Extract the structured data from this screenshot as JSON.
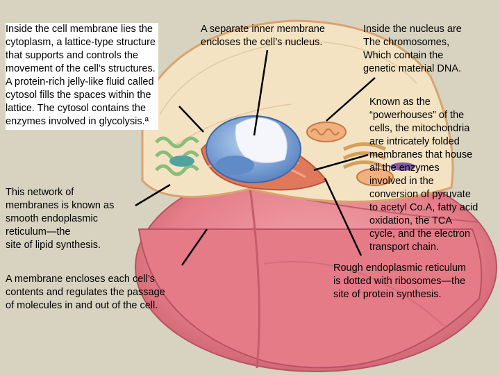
{
  "labels": {
    "cytoplasm": "Inside the cell membrane lies the\ncytoplasm, a lattice-type structure\nthat supports and controls the\nmovement of the cell’s structures.\nA protein-rich jelly-like fluid called\ncytosol fills the spaces within the\nlattice. The cytosol contains the\nenzymes involved in glycolysis.ª",
    "nuclear_membrane": "A separate inner membrane\nencloses the cell’s nucleus.",
    "chromosomes": "Inside the nucleus are\nThe chromosomes,\nWhich contain the\ngenetic material DNA.",
    "mitochondria": "Known as the\n“powerhouses” of the\ncells, the mitochondria\nare intricately folded\nmembranes that house\nall the enzymes\ninvolved in the\nconversion of pyruvate\nto acetyl Co.A, fatty acid\noxidation, the TCA\ncycle, and the electron\ntransport chain.",
    "smooth_er": "This network of\nmembranes is known as\nsmooth endoplasmic\nreticulum—the\nsite of lipid synthesis.",
    "cell_membrane": "A membrane encloses each cell’s\ncontents and regulates the passage\nof molecules in and out of the cell.",
    "rough_er": "Rough endoplasmic reticulum\nis dotted with ribosomes—the\nsite of protein synthesis."
  },
  "colors": {
    "background": "#d8d3c1",
    "cell_outer": "#e9858e",
    "cytoplasm": "#f3e3c3",
    "nucleus": "#7fa6d6",
    "rough_er": "#e0785a",
    "mitochondria": "#4ea3a0",
    "leader_line": "#000000"
  }
}
